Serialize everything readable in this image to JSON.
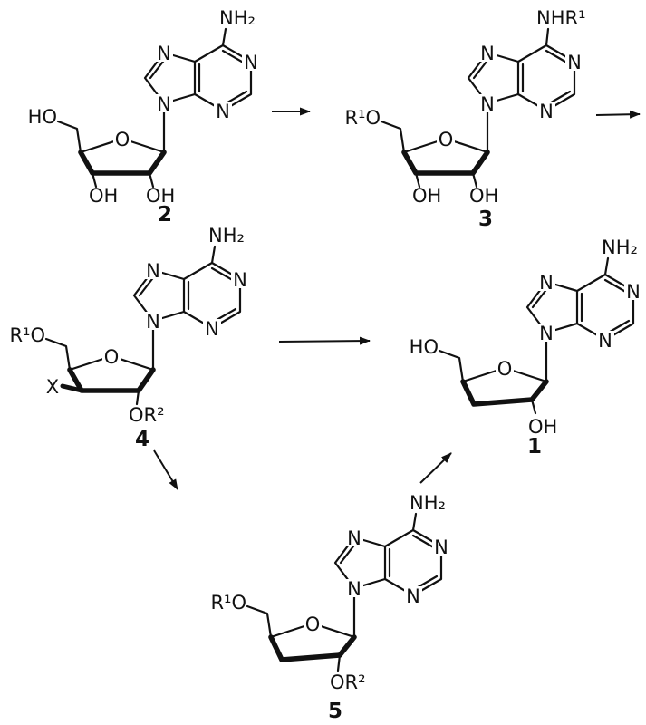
{
  "colors": {
    "ink": "#111111",
    "background": "#ffffff"
  },
  "atoms": {
    "nitrogen": "N",
    "oxygen": "O"
  },
  "compounds": {
    "c2": {
      "number": "2",
      "amine": "NH₂",
      "o5": "HO",
      "sub3": "OH",
      "sub2": "OH"
    },
    "c3": {
      "number": "3",
      "amine": "NHR¹",
      "o5": "R¹O",
      "sub3": "OH",
      "sub2": "OH"
    },
    "c4": {
      "number": "4",
      "amine": "NH₂",
      "o5": "R¹O",
      "sub3": "X",
      "sub2": "OR²"
    },
    "c1": {
      "number": "1",
      "amine": "NH₂",
      "o5": "HO",
      "sub2": "OH"
    },
    "c5": {
      "number": "5",
      "amine": "NH₂",
      "o5": "R¹O",
      "sub2": "OR²"
    }
  }
}
